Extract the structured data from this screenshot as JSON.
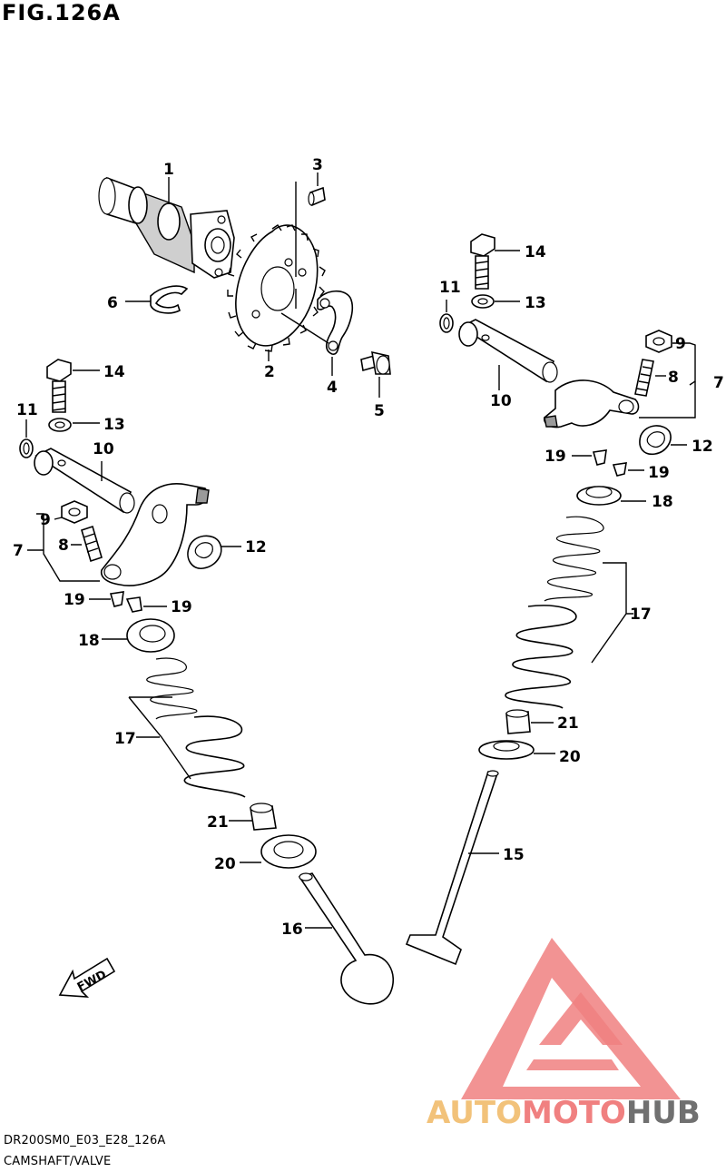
{
  "figure": {
    "title": "FIG.126A",
    "model_code": "DR200SM0_E03_E28_126A",
    "section": "CAMSHAFT/VALVE"
  },
  "fwd_label": "FWD",
  "callouts": {
    "c1": "1",
    "c2": "2",
    "c3": "3",
    "c4": "4",
    "c5": "5",
    "c6": "6",
    "c7a": "7",
    "c7b": "7",
    "c8a": "8",
    "c8b": "8",
    "c9a": "9",
    "c9b": "9",
    "c10a": "10",
    "c10b": "10",
    "c11a": "11",
    "c11b": "11",
    "c12a": "12",
    "c12b": "12",
    "c13a": "13",
    "c13b": "13",
    "c14a": "14",
    "c14b": "14",
    "c15": "15",
    "c16": "16",
    "c17a": "17",
    "c17b": "17",
    "c18a": "18",
    "c18b": "18",
    "c19a": "19",
    "c19b": "19",
    "c19c": "19",
    "c19d": "19",
    "c20a": "20",
    "c20b": "20",
    "c21a": "21",
    "c21b": "21"
  },
  "watermark": {
    "part1": "AUTO",
    "part2": "MOTO",
    "part3": "HUB",
    "color_primary": "#f08080",
    "color_secondary": "#f2c27a",
    "color_tertiary": "#707070"
  }
}
